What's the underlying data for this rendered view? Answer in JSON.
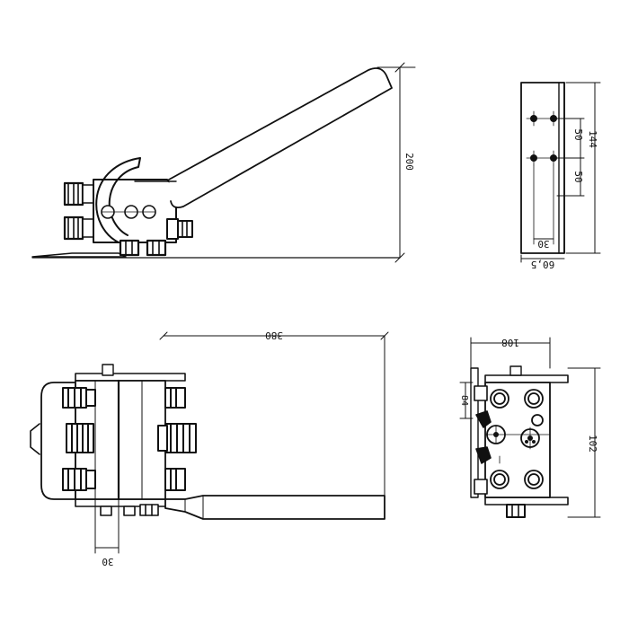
{
  "colors": {
    "ink": "#111111",
    "paper": "#ffffff"
  },
  "drawing": {
    "side_view": {
      "height_dim": "200"
    },
    "end_view_top": {
      "dim_total": "144",
      "dim_upper": "50",
      "dim_lower": "50",
      "dim_hole": "30",
      "dim_width": "60,5"
    },
    "plan_view": {
      "length_dim": "380",
      "hole_dim": "30"
    },
    "end_view_bottom": {
      "width_dim": "108",
      "height_dim": "102",
      "hole_dim": "84"
    }
  }
}
